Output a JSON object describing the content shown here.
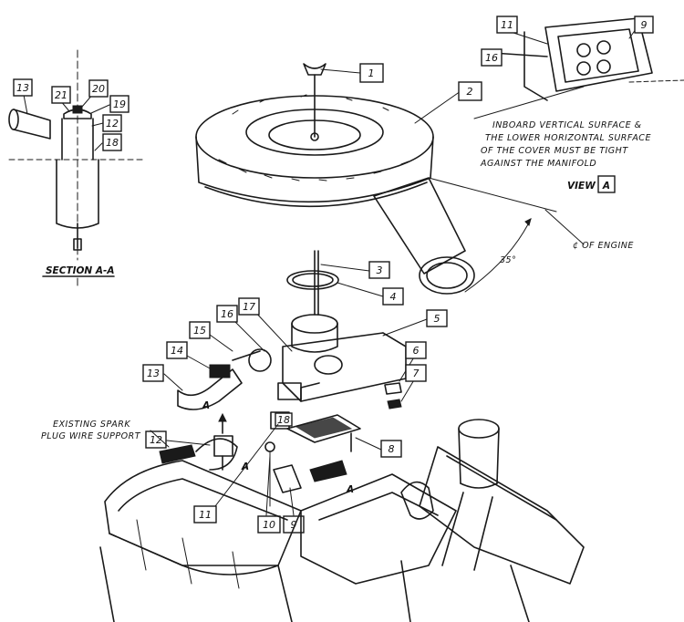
{
  "callouts": {
    "c1": "1",
    "c2": "2",
    "c3": "3",
    "c4": "4",
    "c5": "5",
    "c6": "6",
    "c7": "7",
    "c8": "8",
    "c9": "9",
    "c10": "10",
    "c11": "11",
    "c12": "12",
    "c13": "13",
    "c14": "14",
    "c15": "15",
    "c16": "16",
    "c17": "17",
    "c18": "18",
    "c19": "19",
    "c20": "20",
    "c21": "21",
    "v11": "11",
    "v9": "9",
    "v16": "16",
    "s13": "13",
    "s21": "21",
    "s20": "20",
    "s19": "19",
    "s12": "12",
    "s18": "18"
  },
  "labels": {
    "section": "SECTION A-A",
    "view": "VIEW",
    "view_letter": "A",
    "engine": "¢ OF ENGINE",
    "angle": "35°",
    "spark_line1": "EXISTING SPARK",
    "spark_line2": "PLUG WIRE SUPPORT",
    "letter_a1": "A",
    "letter_a2": "A",
    "letter_a3": "A",
    "inboard_line1": "INBOARD VERTICAL SURFACE &",
    "inboard_line2": "THE LOWER HORIZONTAL SURFACE",
    "inboard_line3": "OF THE COVER MUST BE TIGHT",
    "inboard_line4": "AGAINST THE MANIFOLD"
  }
}
